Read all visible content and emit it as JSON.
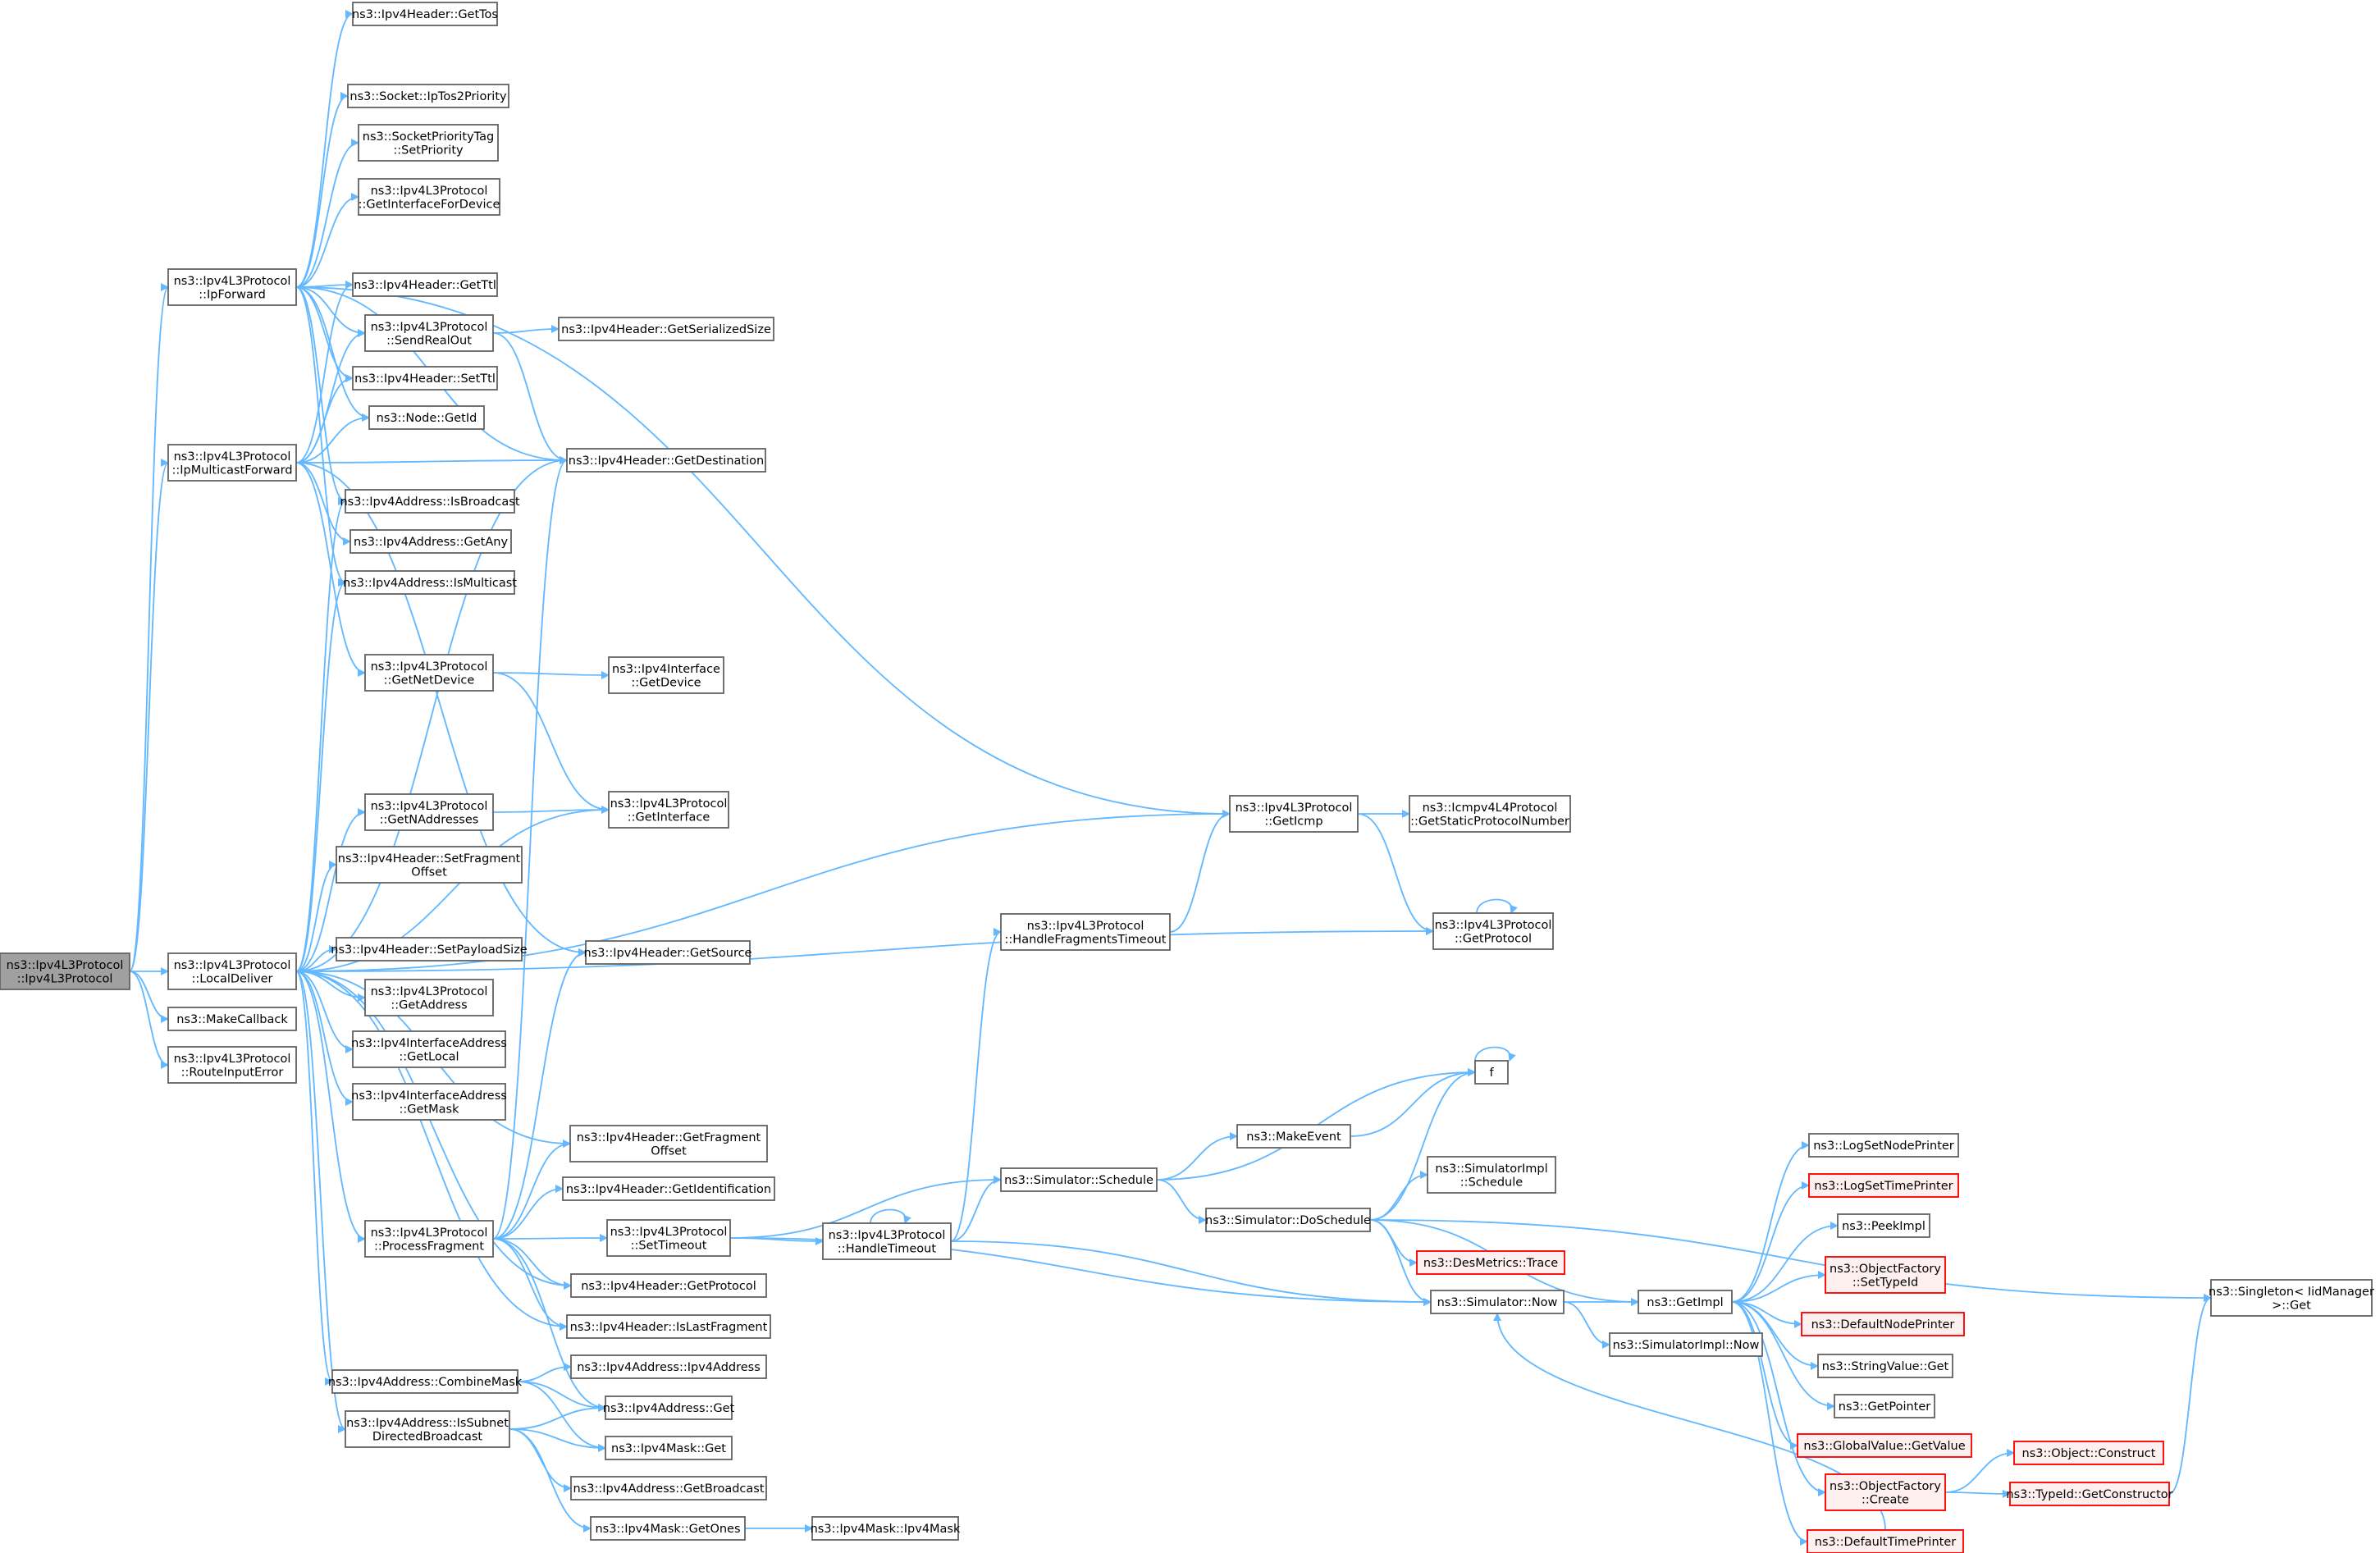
{
  "graph": {
    "nodes": [
      {
        "id": "root",
        "lines": [
          "ns3::Ipv4L3Protocol",
          "::Ipv4L3Protocol"
        ],
        "focus": true
      },
      {
        "id": "ipforward",
        "lines": [
          "ns3::Ipv4L3Protocol",
          "::IpForward"
        ]
      },
      {
        "id": "ipmcast",
        "lines": [
          "ns3::Ipv4L3Protocol",
          "::IpMulticastForward"
        ]
      },
      {
        "id": "localdeliver",
        "lines": [
          "ns3::Ipv4L3Protocol",
          "::LocalDeliver"
        ]
      },
      {
        "id": "makecallback",
        "lines": [
          "ns3::MakeCallback"
        ]
      },
      {
        "id": "routeinputerror",
        "lines": [
          "ns3::Ipv4L3Protocol",
          "::RouteInputError"
        ]
      },
      {
        "id": "gettos",
        "lines": [
          "ns3::Ipv4Header::GetTos"
        ]
      },
      {
        "id": "iptos",
        "lines": [
          "ns3::Socket::IpTos2Priority"
        ]
      },
      {
        "id": "setpriority",
        "lines": [
          "ns3::SocketPriorityTag",
          "::SetPriority"
        ]
      },
      {
        "id": "getifdev",
        "lines": [
          "ns3::Ipv4L3Protocol",
          "::GetInterfaceForDevice"
        ]
      },
      {
        "id": "getttl",
        "lines": [
          "ns3::Ipv4Header::GetTtl"
        ]
      },
      {
        "id": "sendrealout",
        "lines": [
          "ns3::Ipv4L3Protocol",
          "::SendRealOut"
        ]
      },
      {
        "id": "setttl",
        "lines": [
          "ns3::Ipv4Header::SetTtl"
        ]
      },
      {
        "id": "nodegetid",
        "lines": [
          "ns3::Node::GetId"
        ]
      },
      {
        "id": "isbroadcast",
        "lines": [
          "ns3::Ipv4Address::IsBroadcast"
        ]
      },
      {
        "id": "getany",
        "lines": [
          "ns3::Ipv4Address::GetAny"
        ]
      },
      {
        "id": "ismulticast",
        "lines": [
          "ns3::Ipv4Address::IsMulticast"
        ]
      },
      {
        "id": "getnetdevice",
        "lines": [
          "ns3::Ipv4L3Protocol",
          "::GetNetDevice"
        ]
      },
      {
        "id": "getnaddr",
        "lines": [
          "ns3::Ipv4L3Protocol",
          "::GetNAddresses"
        ]
      },
      {
        "id": "setfragoff",
        "lines": [
          "ns3::Ipv4Header::SetFragment",
          "Offset"
        ]
      },
      {
        "id": "setpayload",
        "lines": [
          "ns3::Ipv4Header::SetPayloadSize"
        ]
      },
      {
        "id": "getaddress",
        "lines": [
          "ns3::Ipv4L3Protocol",
          "::GetAddress"
        ]
      },
      {
        "id": "getlocal",
        "lines": [
          "ns3::Ipv4InterfaceAddress",
          "::GetLocal"
        ]
      },
      {
        "id": "getmask",
        "lines": [
          "ns3::Ipv4InterfaceAddress",
          "::GetMask"
        ]
      },
      {
        "id": "processfrag",
        "lines": [
          "ns3::Ipv4L3Protocol",
          "::ProcessFragment"
        ]
      },
      {
        "id": "combinemask",
        "lines": [
          "ns3::Ipv4Address::CombineMask"
        ]
      },
      {
        "id": "issubnet",
        "lines": [
          "ns3::Ipv4Address::IsSubnet",
          "DirectedBroadcast"
        ]
      },
      {
        "id": "getserialized",
        "lines": [
          "ns3::Ipv4Header::GetSerializedSize"
        ]
      },
      {
        "id": "getdest",
        "lines": [
          "ns3::Ipv4Header::GetDestination"
        ]
      },
      {
        "id": "ifgetdevice",
        "lines": [
          "ns3::Ipv4Interface",
          "::GetDevice"
        ]
      },
      {
        "id": "getinterface",
        "lines": [
          "ns3::Ipv4L3Protocol",
          "::GetInterface"
        ]
      },
      {
        "id": "getsource",
        "lines": [
          "ns3::Ipv4Header::GetSource"
        ]
      },
      {
        "id": "getfragoff",
        "lines": [
          "ns3::Ipv4Header::GetFragment",
          "Offset"
        ]
      },
      {
        "id": "getident",
        "lines": [
          "ns3::Ipv4Header::GetIdentification"
        ]
      },
      {
        "id": "settimeout",
        "lines": [
          "ns3::Ipv4L3Protocol",
          "::SetTimeout"
        ]
      },
      {
        "id": "getprotocolhdr",
        "lines": [
          "ns3::Ipv4Header::GetProtocol"
        ]
      },
      {
        "id": "islastfrag",
        "lines": [
          "ns3::Ipv4Header::IsLastFragment"
        ]
      },
      {
        "id": "ipv4addrctor",
        "lines": [
          "ns3::Ipv4Address::Ipv4Address"
        ]
      },
      {
        "id": "ipv4addrget",
        "lines": [
          "ns3::Ipv4Address::Get"
        ]
      },
      {
        "id": "ipv4maskget",
        "lines": [
          "ns3::Ipv4Mask::Get"
        ]
      },
      {
        "id": "getbroadcast",
        "lines": [
          "ns3::Ipv4Address::GetBroadcast"
        ]
      },
      {
        "id": "getones",
        "lines": [
          "ns3::Ipv4Mask::GetOnes"
        ]
      },
      {
        "id": "maskctor",
        "lines": [
          "ns3::Ipv4Mask::Ipv4Mask"
        ]
      },
      {
        "id": "handlefragto",
        "lines": [
          "ns3::Ipv4L3Protocol",
          "::HandleFragmentsTimeout"
        ]
      },
      {
        "id": "handletimeout",
        "lines": [
          "ns3::Ipv4L3Protocol",
          "::HandleTimeout"
        ]
      },
      {
        "id": "schedule",
        "lines": [
          "ns3::Simulator::Schedule"
        ]
      },
      {
        "id": "geticmp",
        "lines": [
          "ns3::Ipv4L3Protocol",
          "::GetIcmp"
        ]
      },
      {
        "id": "getstaticproto",
        "lines": [
          "ns3::Icmpv4L4Protocol",
          "::GetStaticProtocolNumber"
        ]
      },
      {
        "id": "getprotocol",
        "lines": [
          "ns3::Ipv4L3Protocol",
          "::GetProtocol"
        ]
      },
      {
        "id": "makeevent",
        "lines": [
          "ns3::MakeEvent"
        ]
      },
      {
        "id": "f",
        "lines": [
          "f"
        ]
      },
      {
        "id": "doschedule",
        "lines": [
          "ns3::Simulator::DoSchedule"
        ]
      },
      {
        "id": "implschedule",
        "lines": [
          "ns3::SimulatorImpl",
          "::Schedule"
        ]
      },
      {
        "id": "desmetrics",
        "lines": [
          "ns3::DesMetrics::Trace"
        ],
        "red": true
      },
      {
        "id": "now",
        "lines": [
          "ns3::Simulator::Now"
        ]
      },
      {
        "id": "implnow",
        "lines": [
          "ns3::SimulatorImpl::Now"
        ]
      },
      {
        "id": "getimpl",
        "lines": [
          "ns3::GetImpl"
        ]
      },
      {
        "id": "lognode",
        "lines": [
          "ns3::LogSetNodePrinter"
        ]
      },
      {
        "id": "logtime",
        "lines": [
          "ns3::LogSetTimePrinter"
        ],
        "red": true
      },
      {
        "id": "peekimpl",
        "lines": [
          "ns3::PeekImpl"
        ]
      },
      {
        "id": "settypeid",
        "lines": [
          "ns3::ObjectFactory",
          "::SetTypeId"
        ],
        "red": true
      },
      {
        "id": "defnode",
        "lines": [
          "ns3::DefaultNodePrinter"
        ],
        "red": true
      },
      {
        "id": "stringget",
        "lines": [
          "ns3::StringValue::Get"
        ]
      },
      {
        "id": "getpointer",
        "lines": [
          "ns3::GetPointer"
        ]
      },
      {
        "id": "globalget",
        "lines": [
          "ns3::GlobalValue::GetValue"
        ],
        "red": true
      },
      {
        "id": "ofcreate",
        "lines": [
          "ns3::ObjectFactory",
          "::Create"
        ],
        "red": true
      },
      {
        "id": "deftime",
        "lines": [
          "ns3::DefaultTimePrinter"
        ],
        "red": true
      },
      {
        "id": "construct",
        "lines": [
          "ns3::Object::Construct"
        ],
        "red": true
      },
      {
        "id": "getctor",
        "lines": [
          "ns3::TypeId::GetConstructor"
        ],
        "red": true
      },
      {
        "id": "singleton",
        "lines": [
          "ns3::Singleton< IidManager",
          ">::Get"
        ]
      }
    ]
  }
}
